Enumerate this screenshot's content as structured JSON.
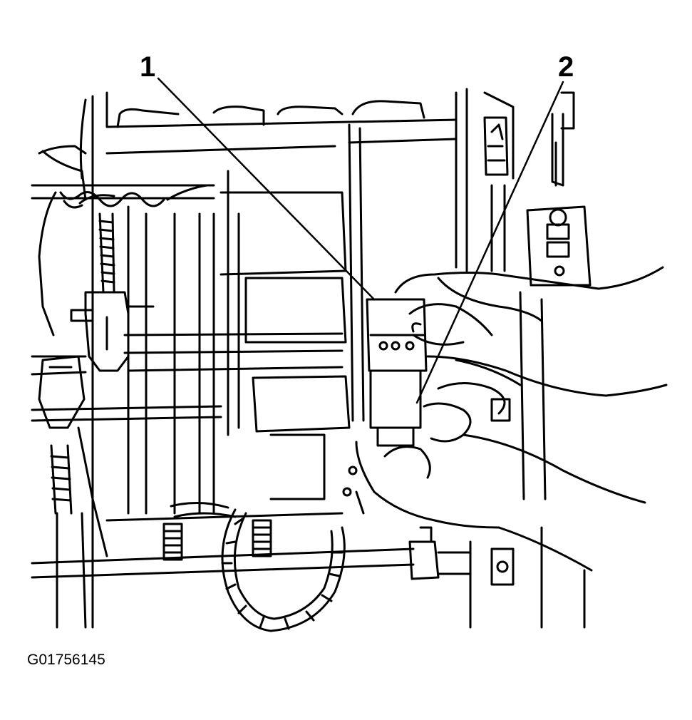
{
  "callouts": [
    {
      "label": "1"
    },
    {
      "label": "2"
    }
  ],
  "figure_id": "G01756145",
  "illustration_subject": "line-drawing",
  "colors": {
    "ink": "#000000",
    "paper": "#ffffff"
  }
}
